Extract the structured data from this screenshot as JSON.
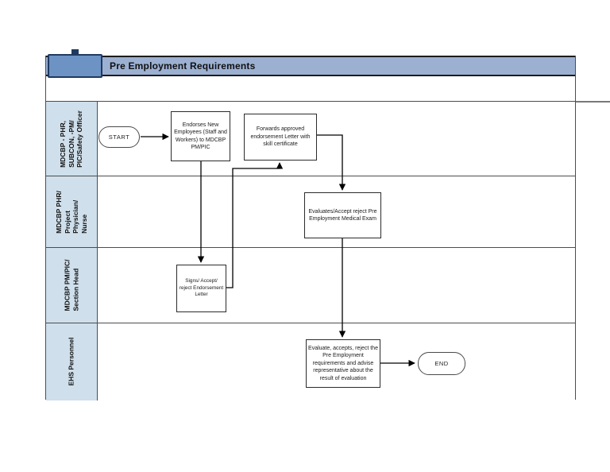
{
  "header": {
    "title": "Pre Employment Requirements"
  },
  "lanes": [
    {
      "label": "MDCBP - PHR,\nSUBCON, -PM/\nPIC/Safety Officer"
    },
    {
      "label": "MDCBP PHR/\nProject\nPhysician/\nNurse"
    },
    {
      "label": "MDCBP PM/PIC/\nSection Head"
    },
    {
      "label": "EHS Personnel"
    }
  ],
  "nodes": {
    "start": {
      "label": "START"
    },
    "endorse": {
      "label": "Endorses New Employees (Staff and Workers) to MDCBP  PM/PIC"
    },
    "forward": {
      "label": "Forwards  approved endorsement Letter with skill certificate"
    },
    "evaluate_medical": {
      "label": "Evaluates/Accept reject Pre Employment Medical Exam"
    },
    "sign": {
      "label": "Signs/ Accept/ reject Endorsement Letter"
    },
    "evaluate_final": {
      "label": "Evaluate, accepts, reject the Pre Employment requirements and advise representative about the result of evaluation"
    },
    "end": {
      "label": "END"
    }
  },
  "colors": {
    "header_strip": "#9cb0d2",
    "logo_box": "#6d93c4",
    "logo_border": "#1f3a60",
    "lane_label_bg": "#cfdfeb",
    "grid_border": "#4d4d4d",
    "node_border": "#2b2b2b",
    "connector": "#000000"
  }
}
